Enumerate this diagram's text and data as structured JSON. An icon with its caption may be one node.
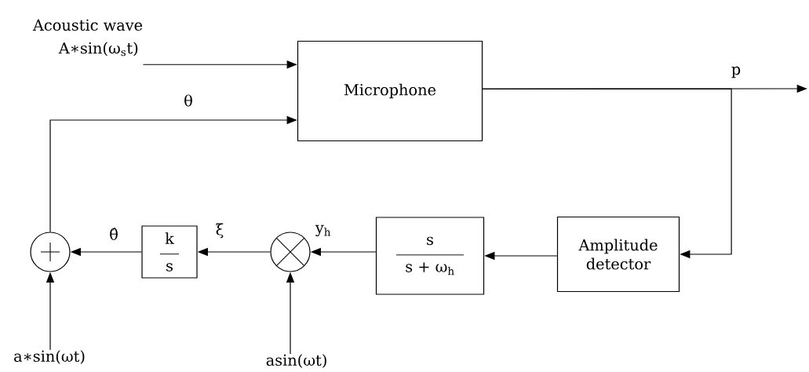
{
  "diagram": {
    "nodes": [
      {
        "text": [
          "Acoustic wave",
          "A∗sin(ω$_{s}$t)"
        ]
      },
      {
        "text": [
          "Microphone"
        ]
      },
      {
        "text": [
          "Amplitude detector"
        ]
      },
      {
        "text": [
          "s",
          "s + ω$_{h}$"
        ]
      },
      {
        "text": [],
        "shape": "circle"
      },
      {
        "text": [
          "k",
          "s"
        ]
      },
      {
        "text": [],
        "shape": "circle"
      },
      {
        "text": [
          "a∗sin(ωt)"
        ]
      },
      {
        "text": [
          "asin(ωt)"
        ]
      }
    ],
    "edges": [
      {
        "from": 0,
        "to": 1,
        "arrow": "to"
      },
      {
        "from": 4,
        "to": 1,
        "arrow": "to",
        "label": "θ"
      },
      {
        "from": 1,
        "to": null,
        "arrow": "to",
        "label": "p"
      },
      {
        "from": 1,
        "to": 2,
        "arrow": "to"
      },
      {
        "from": 2,
        "to": 3,
        "arrow": "to"
      },
      {
        "from": 3,
        "to": 6,
        "arrow": "to",
        "label": "y$_{h}$"
      },
      {
        "from": 6,
        "to": 5,
        "arrow": "to",
        "label": "ξ"
      },
      {
        "from": 5,
        "to": 4,
        "arrow": "to",
        "label": "θ̂"
      },
      {
        "from": 7,
        "to": 4,
        "arrow": "to"
      },
      {
        "from": 8,
        "to": 6,
        "arrow": "to"
      }
    ]
  }
}
